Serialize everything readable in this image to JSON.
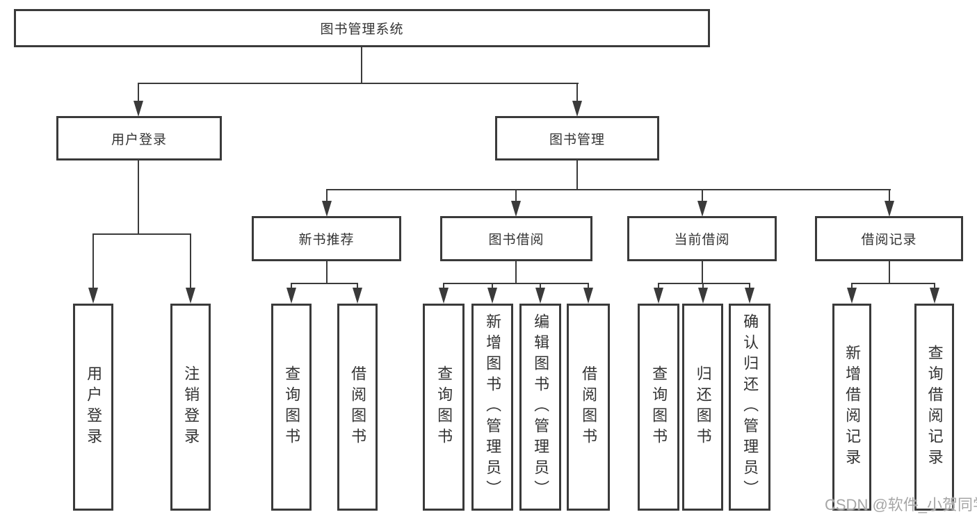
{
  "root": {
    "label": "图书管理系统"
  },
  "user": {
    "label": "用户登录",
    "children": [
      "用户登录",
      "注销登录"
    ]
  },
  "book": {
    "label": "图书管理"
  },
  "modules": [
    {
      "label": "新书推荐",
      "children": [
        "查询图书",
        "借阅图书"
      ]
    },
    {
      "label": "图书借阅",
      "children": [
        "查询图书",
        "新增图书（管理员）",
        "编辑图书（管理员）",
        "借阅图书"
      ]
    },
    {
      "label": "当前借阅",
      "children": [
        "查询图书",
        "归还图书",
        "确认归还（管理员）"
      ]
    },
    {
      "label": "借阅记录",
      "children": [
        "新增借阅记录",
        "查询借阅记录"
      ]
    }
  ],
  "watermark": "CSDN @软件_小贺同学",
  "colors": {
    "line": "#3a3a3a",
    "text": "#333333",
    "background": "#ffffff",
    "watermark": "#a6a6a6"
  }
}
